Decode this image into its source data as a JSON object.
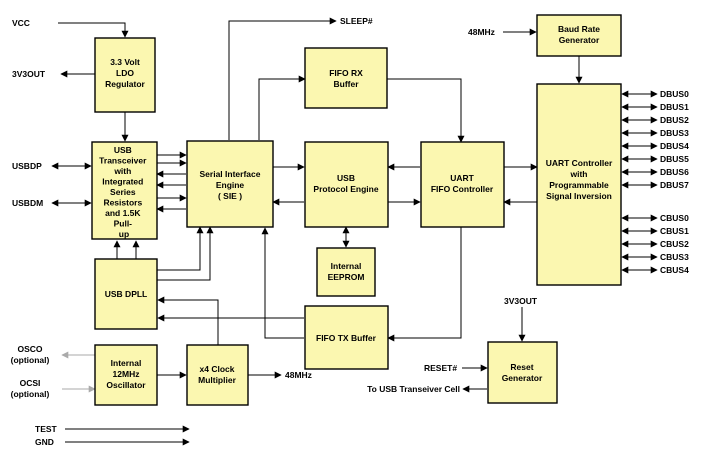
{
  "blocks": {
    "ldo": [
      "3.3 Volt",
      "LDO",
      "Regulator"
    ],
    "usb_transceiver": [
      "USB",
      "Transceiver",
      "with",
      "Integrated",
      "Series",
      "Resistors",
      "and 1.5K",
      "Pull-",
      "up"
    ],
    "usb_dpll": [
      "USB DPLL"
    ],
    "oscillator": [
      "Internal",
      "12MHz",
      "Oscillator"
    ],
    "clock_multiplier": [
      "x4 Clock",
      "Multiplier"
    ],
    "sie": [
      "Serial Interface",
      "Engine",
      "( SIE )"
    ],
    "fifo_rx": [
      "FIFO RX",
      "Buffer"
    ],
    "usb_protocol": [
      "USB",
      "Protocol Engine"
    ],
    "eeprom": [
      "Internal",
      "EEPROM"
    ],
    "fifo_tx": [
      "FIFO TX Buffer"
    ],
    "uart_fifo": [
      "UART",
      "FIFO Controller"
    ],
    "baud": [
      "Baud Rate",
      "Generator"
    ],
    "uart_ctrl": [
      "UART Controller",
      "with",
      "Programmable",
      "Signal Inversion"
    ],
    "reset_gen": [
      "Reset",
      "Generator"
    ]
  },
  "pins": {
    "vcc": "VCC",
    "v3out_left": "3V3OUT",
    "usbdp": "USBDP",
    "usbdm": "USBDM",
    "osco": [
      "OSCO",
      "(optional)"
    ],
    "ocsi": [
      "OCSI",
      "(optional)"
    ],
    "test": "TEST",
    "gnd": "GND",
    "sleep": "SLEEP#",
    "mhz48_top": "48MHz",
    "mhz48_clk": "48MHz",
    "v3out_right": "3V3OUT",
    "reset": "RESET#",
    "to_usb_cell": "To USB Transeiver Cell",
    "dbus": [
      "DBUS0",
      "DBUS1",
      "DBUS2",
      "DBUS3",
      "DBUS4",
      "DBUS5",
      "DBUS6",
      "DBUS7"
    ],
    "cbus": [
      "CBUS0",
      "CBUS1",
      "CBUS2",
      "CBUS3",
      "CBUS4"
    ]
  },
  "colors": {
    "block_fill": "#fbf7b0",
    "optional_line": "#aaaaaa"
  }
}
